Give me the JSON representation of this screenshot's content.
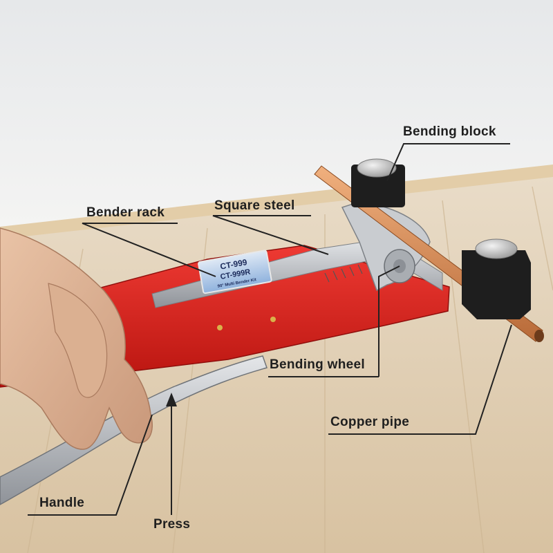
{
  "photo": {
    "subject": "Manual copper pipe bender with bending wheel and bending blocks held in a hand",
    "nameplate": {
      "line1": "CT-999",
      "line2": "CT-999R",
      "line3": "90° Multi Bender Kit"
    },
    "colors": {
      "body": "#d91f1c",
      "wall": "#f3f3f3",
      "floor": "#dcc5a2",
      "steel": "#b9bcc1",
      "copper": "#d98a55",
      "block": "#1e1e1e"
    }
  },
  "labels": {
    "bending_block": "Bending block",
    "square_steel": "Square steel",
    "bender_rack": "Bender rack",
    "bending_wheel": "Bending wheel",
    "copper_pipe": "Copper pipe",
    "handle": "Handle",
    "press": "Press"
  }
}
